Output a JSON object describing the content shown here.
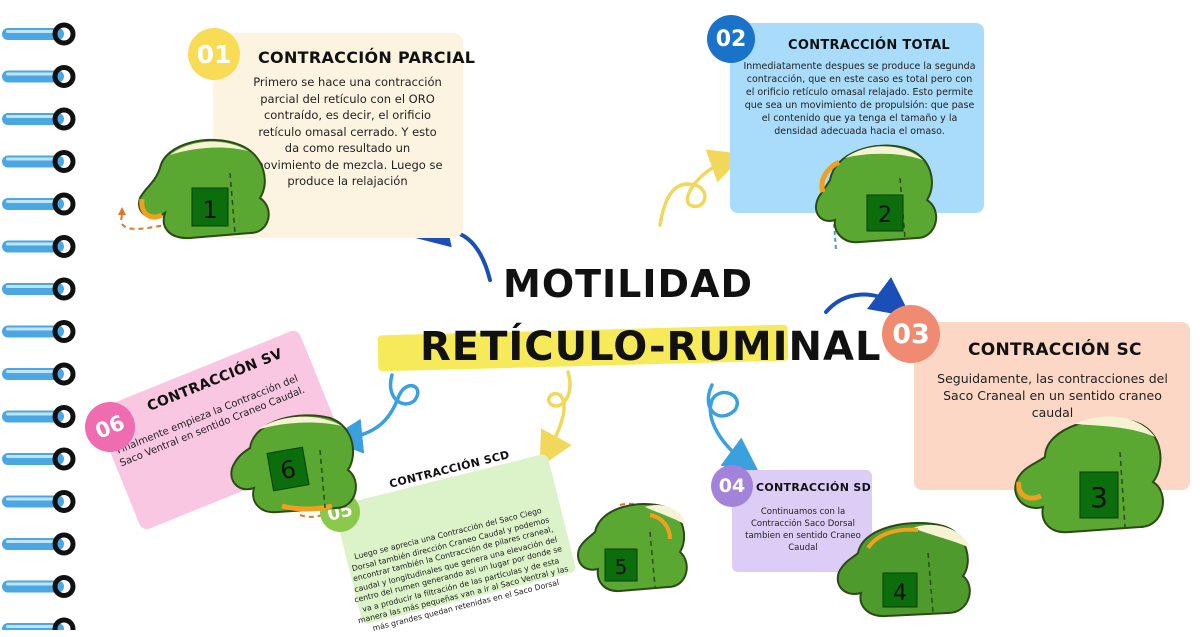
{
  "title": {
    "line1": "MOTILIDAD",
    "line2": "RETÍCULO-RUMINAL"
  },
  "colors": {
    "yellow": "#f8dc55",
    "blue": "#1a73c8",
    "salmon": "#f08a70",
    "purple": "#a283d9",
    "green": "#8cc84b",
    "pink": "#f06cb0",
    "stomach_green": "#5aa832",
    "stomach_dark": "#2c6b18",
    "orange": "#f0a020"
  },
  "steps": [
    {
      "number": "01",
      "title": "CONTRACCIÓN PARCIAL",
      "body": "Primero se hace una contracción parcial del retículo con el ORO contraído, es decir, el orificio retículo omasal cerrado. Y esto da como resultado un movimiento de mezcla. Luego se produce la relajación",
      "figure_label": "1"
    },
    {
      "number": "02",
      "title": "CONTRACCIÓN TOTAL",
      "body": "Inmediatamente despues se produce la segunda contracción, que en este caso es total pero con el orificio retículo omasal relajado. Esto permite que sea un movimiento de propulsión: que pase el contenido que ya tenga el tamaño y la densidad adecuada hacia el omaso.",
      "figure_label": "2"
    },
    {
      "number": "03",
      "title": "CONTRACCIÓN SC",
      "body": "Seguidamente, las contracciones del Saco Craneal en un sentido craneo caudal",
      "figure_label": "3"
    },
    {
      "number": "04",
      "title": "CONTRACCIÓN SD",
      "body": "Continuamos con la Contracción Saco Dorsal tambien en sentido Craneo Caudal",
      "figure_label": "4"
    },
    {
      "number": "05",
      "title": "CONTRACCIÓN SCD",
      "body": "Luego se aprecia una Contracción del Saco Ciego Dorsal también dirección Craneo Caudal y podemos encontrar también la Contracción de pilares craneal, caudal y longitudinales que genera una elevación del centro del rumen generando asi un lugar por donde se va a producir la filtración de las partículas y de esta manera las más pequeñas van a ir al Saco Ventral y las más grandes quedan retenidas en el Saco Dorsal",
      "figure_label": "5"
    },
    {
      "number": "06",
      "title": "CONTRACCIÓN SV",
      "body": "Finalmente empieza la Contracción del Saco Ventral en sentido Craneo Caudal.",
      "figure_label": "6"
    }
  ]
}
